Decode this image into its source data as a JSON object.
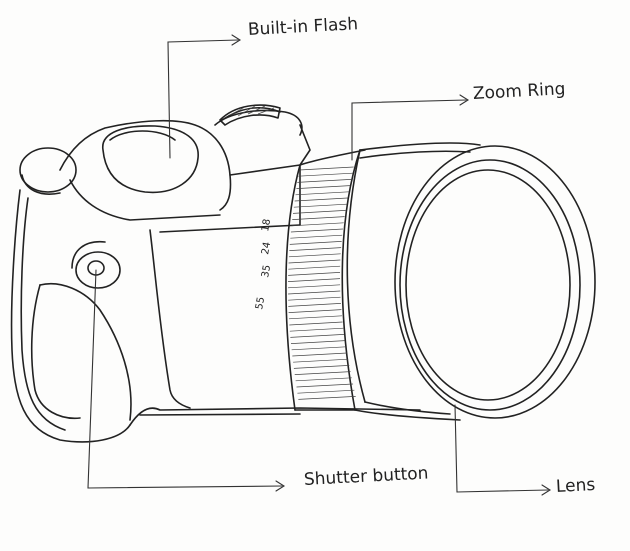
{
  "diagram": {
    "labels": {
      "flash": "Built-in Flash",
      "zoom_ring": "Zoom Ring",
      "shutter": "Shutter button",
      "lens": "Lens"
    },
    "zoom_scale": [
      "18",
      "24",
      "35",
      "55"
    ]
  }
}
